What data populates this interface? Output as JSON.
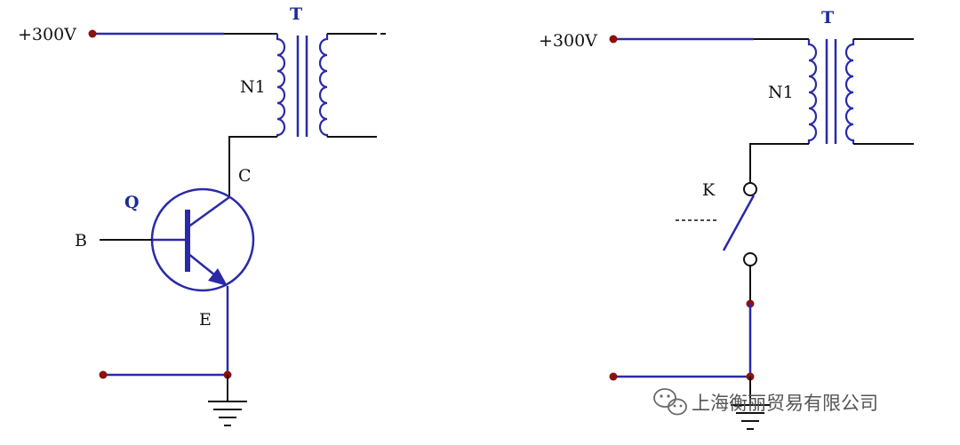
{
  "diagram": {
    "left": {
      "supply_label": "+300V",
      "transformer_label": "T",
      "winding_label": "N1",
      "transistor_label": "Q",
      "collector_label": "C",
      "base_label": "B",
      "emitter_label": "E"
    },
    "right": {
      "supply_label": "+300V",
      "transformer_label": "T",
      "winding_label": "N1",
      "switch_label": "K"
    },
    "colors": {
      "blue_wire": "#2a2aa8",
      "black_wire": "#111111",
      "node_dot": "#8b1010"
    }
  },
  "watermark": {
    "text": "上海衡丽贸易有限公司",
    "icon": "wechat-icon"
  }
}
